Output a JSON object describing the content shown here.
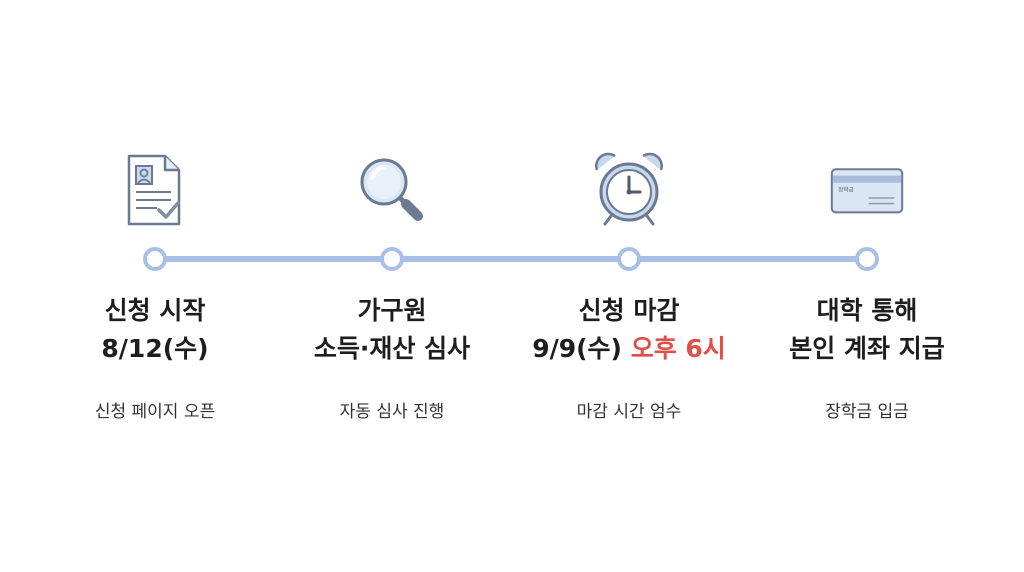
{
  "colors": {
    "line": "#a9c0e6",
    "icon_stroke": "#6b7a90",
    "icon_fill": "#c9d8ee",
    "highlight": "#e0504a"
  },
  "steps": [
    {
      "icon": "application-document-icon",
      "title_line1": "신청 시작",
      "title_line2": "8/12(수)",
      "description": "신청 페이지 오픈"
    },
    {
      "icon": "magnifier-icon",
      "title_line1": "가구원",
      "title_line2": "소득·재산 심사",
      "description": "자동 심사 진행"
    },
    {
      "icon": "alarm-clock-icon",
      "title_line1": "신청 마감",
      "title_line2_prefix": "9/9(수)",
      "title_line2_highlight": "오후 6시",
      "description": "마감 시간 엄수"
    },
    {
      "icon": "bank-card-icon",
      "card_label": "장학금",
      "title_line1": "대학 통해",
      "title_line2": "본인 계좌 지급",
      "description": "장학금 입금"
    }
  ]
}
